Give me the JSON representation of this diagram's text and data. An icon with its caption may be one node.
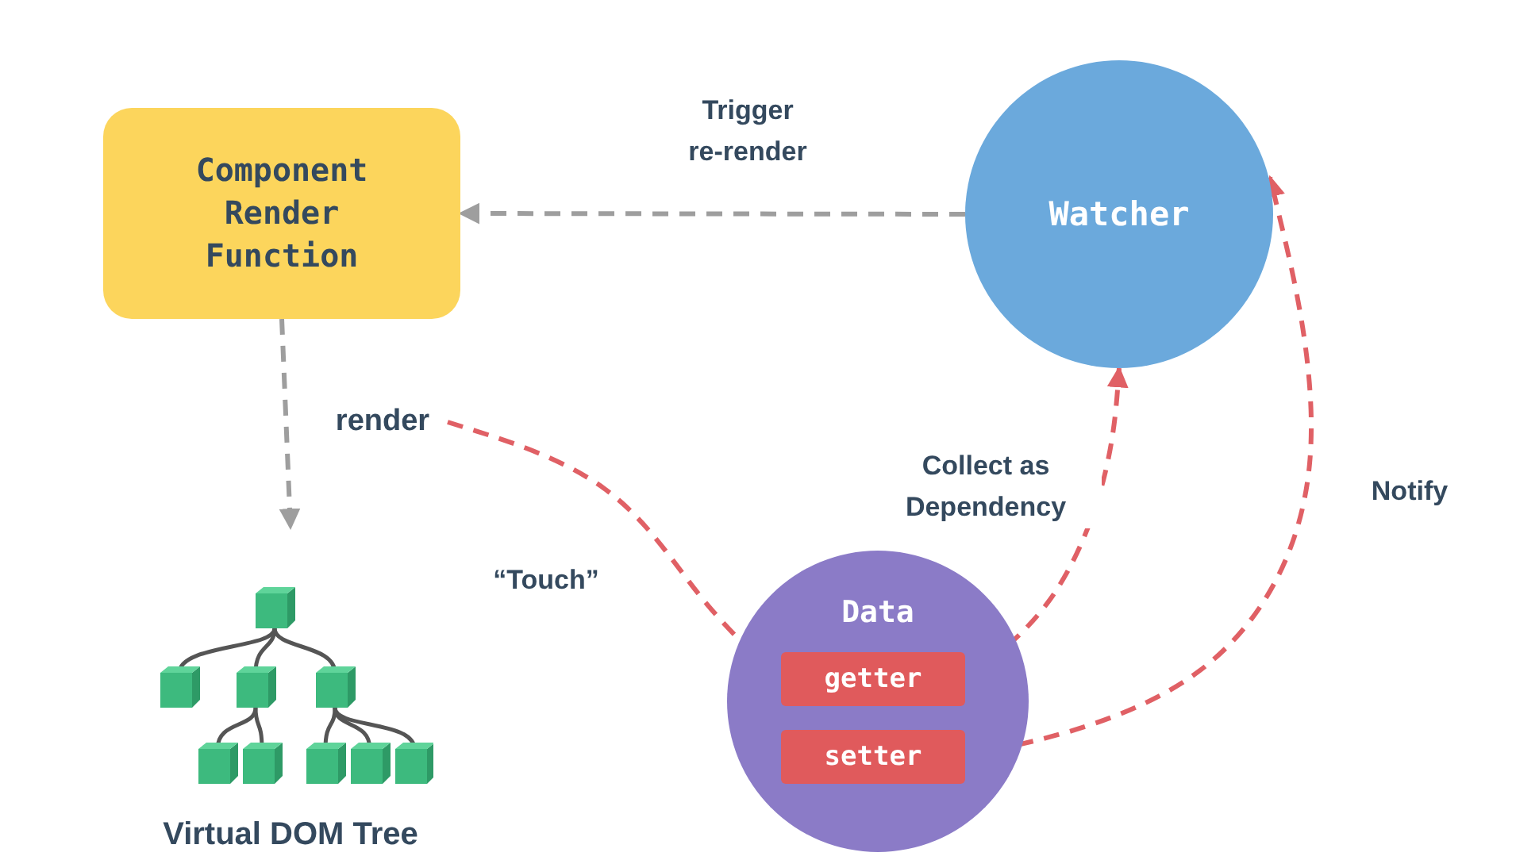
{
  "diagram": {
    "nodes": [
      {
        "text": [
          "Component Render Function"
        ]
      },
      {
        "text": [
          "Watcher"
        ]
      },
      {
        "text": [
          "Virtual DOM Tree"
        ]
      },
      {
        "text": [
          "render"
        ]
      },
      {
        "text": [
          "Data"
        ]
      },
      {
        "text": [
          "getter"
        ],
        "in": 4
      },
      {
        "text": [
          "setter"
        ],
        "in": 4
      }
    ],
    "edges": [
      {
        "from": 1,
        "to": 0,
        "arrow": "to",
        "label": "Trigger re-render",
        "style": "dashed",
        "color": "#9e9e9e"
      },
      {
        "from": 0,
        "to": 2,
        "arrow": "to",
        "style": "dashed",
        "color": "#9e9e9e"
      },
      {
        "from": 3,
        "to": 5,
        "arrow": "to",
        "label": "“Touch”",
        "style": "dashed",
        "color": "#e06065"
      },
      {
        "from": 5,
        "to": 1,
        "arrow": "to",
        "label": "Collect as Dependency",
        "style": "dashed",
        "color": "#e06065"
      },
      {
        "from": 6,
        "to": 1,
        "arrow": "to",
        "label": "Notify",
        "style": "dashed",
        "color": "#e06065"
      }
    ]
  }
}
